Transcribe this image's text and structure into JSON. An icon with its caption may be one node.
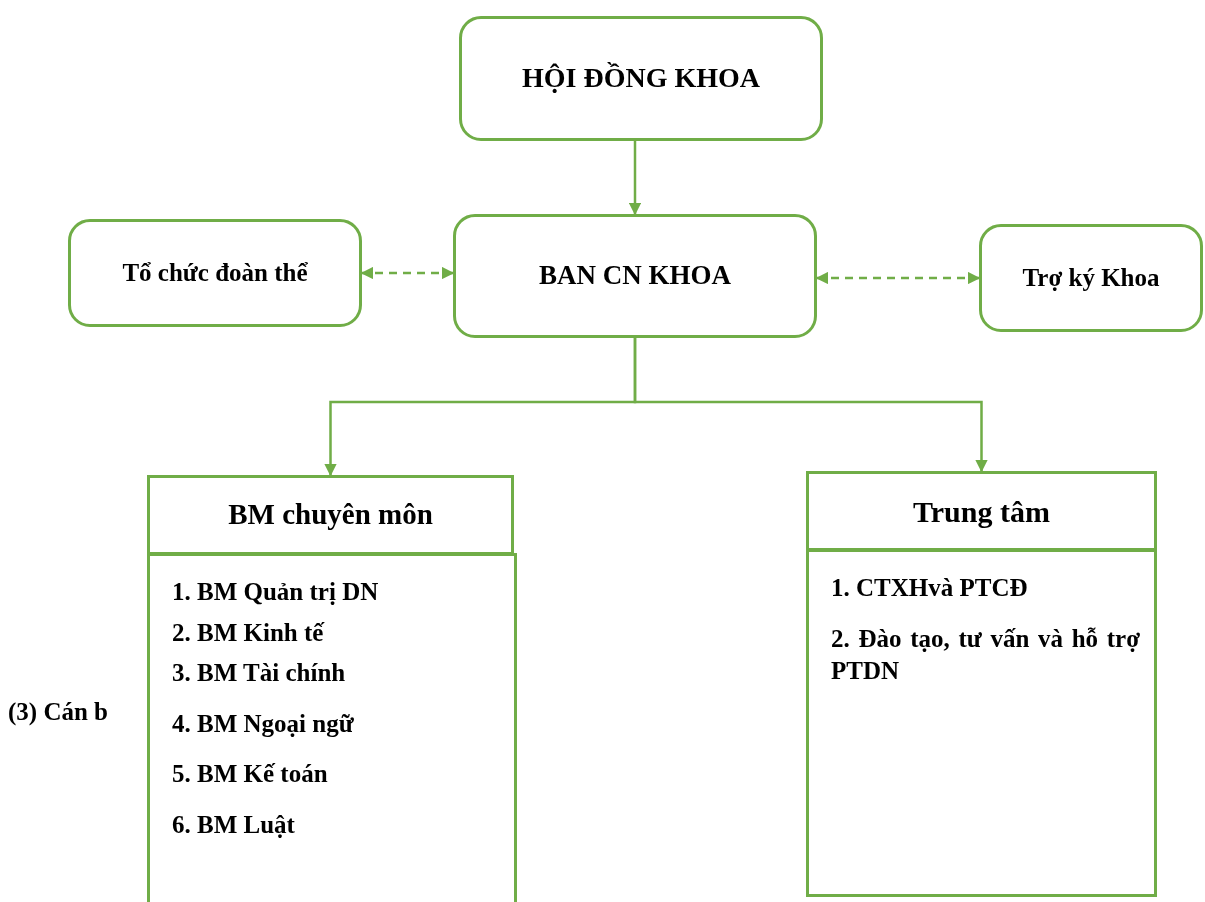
{
  "diagram": {
    "nodes": [
      {
        "text": [
          "HỘI ĐỒNG KHOA"
        ]
      },
      {
        "text": [
          "Tổ chức đoàn thể"
        ]
      },
      {
        "text": [
          "BAN CN KHOA"
        ]
      },
      {
        "text": [
          "Trợ ký Khoa"
        ]
      },
      {
        "text": [
          "BM chuyên môn"
        ]
      },
      {
        "text": [
          "1. BM Quản trị DN",
          "2. BM Kinh tế",
          "3. BM Tài chính",
          "4. BM Ngoại ngữ",
          "5. BM Kế toán",
          "6. BM Luật"
        ]
      },
      {
        "text": [
          "Trung tâm"
        ]
      },
      {
        "text": [
          "1. CTXHvà PTCĐ",
          "2. Đào tạo, tư vấn và hỗ trợ PTDN"
        ]
      }
    ],
    "edges": [
      {
        "from": 0,
        "to": 2,
        "arrow": "to"
      },
      {
        "from": 2,
        "to": 1,
        "arrow": "both",
        "style": "dashed"
      },
      {
        "from": 2,
        "to": 3,
        "arrow": "both",
        "style": "dashed"
      },
      {
        "from": 2,
        "to": 4,
        "arrow": "to"
      },
      {
        "from": 2,
        "to": 6,
        "arrow": "to"
      }
    ],
    "labels": [
      "(3) Cán b"
    ]
  }
}
